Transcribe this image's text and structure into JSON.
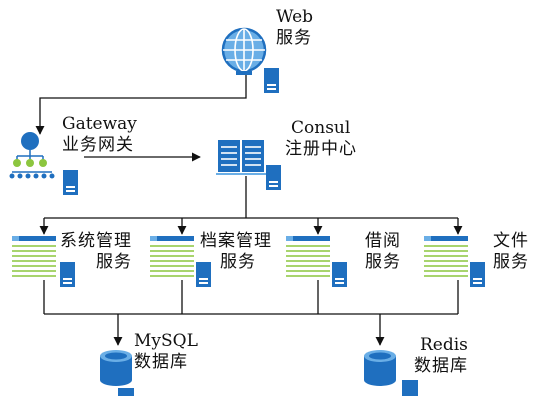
{
  "nodes": {
    "web": {
      "line1": "Web",
      "line2": "服务"
    },
    "gateway": {
      "line1": "Gateway",
      "line2": "业务网关"
    },
    "consul": {
      "line1": "Consul",
      "line2": "注册中心"
    },
    "system_mgmt": {
      "line1": "系统管理",
      "line2": "服务"
    },
    "archive_mgmt": {
      "line1": "档案管理",
      "line2": "服务"
    },
    "borrow": {
      "line1": "借阅",
      "line2": "服务"
    },
    "file": {
      "line1": "文件",
      "line2": "服务"
    },
    "mysql": {
      "line1": "MySQL",
      "line2": "数据库"
    },
    "redis": {
      "line1": "Redis",
      "line2": "数据库"
    }
  },
  "icons": {
    "web": "globe-icon",
    "gateway": "network-hierarchy-icon",
    "consul": "book-icon",
    "services": "document-list-icon",
    "server": "server-icon",
    "database": "database-cylinder-icon"
  },
  "colors": {
    "blue": "#1f6fbf",
    "light_blue": "#6aaee6",
    "green": "#8cc63f",
    "line": "#111111"
  }
}
